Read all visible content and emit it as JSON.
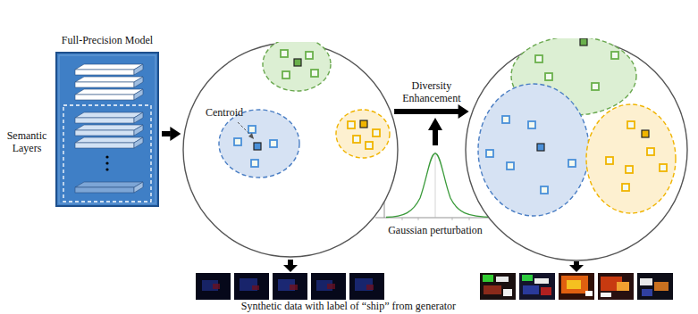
{
  "diagram": {
    "nodes": [
      {
        "text": [
          "Full-Precision Model"
        ]
      },
      {
        "text": [
          "Centroid"
        ]
      },
      {
        "text": []
      }
    ],
    "edges": [
      {
        "from": 0,
        "to": 1,
        "arrow": "to"
      },
      {
        "from": 1,
        "to": 2,
        "label": "Diversity Enhancement",
        "arrow": "to"
      }
    ],
    "labels": [
      "Semantic Layers",
      "Gaussian perturbation",
      "Synthetic data with label of “ship” from generator"
    ]
  }
}
